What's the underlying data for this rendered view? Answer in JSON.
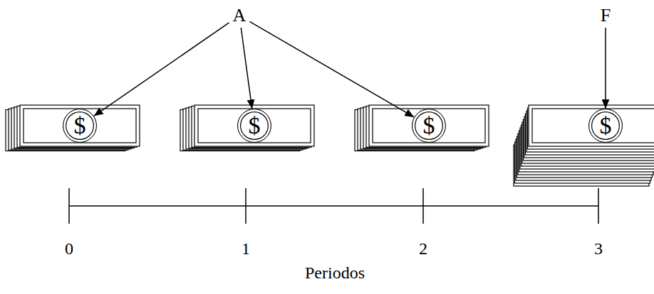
{
  "diagram": {
    "nodes": [
      {
        "text": [
          "A"
        ]
      },
      {
        "text": [
          "F"
        ]
      },
      {
        "text": [
          "$"
        ]
      },
      {
        "text": [
          "$"
        ]
      },
      {
        "text": [
          "$"
        ]
      },
      {
        "text": [
          "$"
        ]
      }
    ],
    "edges": [
      {
        "from": 0,
        "to": 2,
        "arrow": "to"
      },
      {
        "from": 0,
        "to": 3,
        "arrow": "to"
      },
      {
        "from": 0,
        "to": 4,
        "arrow": "to"
      },
      {
        "from": 1,
        "to": 5,
        "arrow": "to"
      }
    ],
    "labels": [
      "0",
      "1",
      "2",
      "3",
      "Periodos"
    ]
  }
}
